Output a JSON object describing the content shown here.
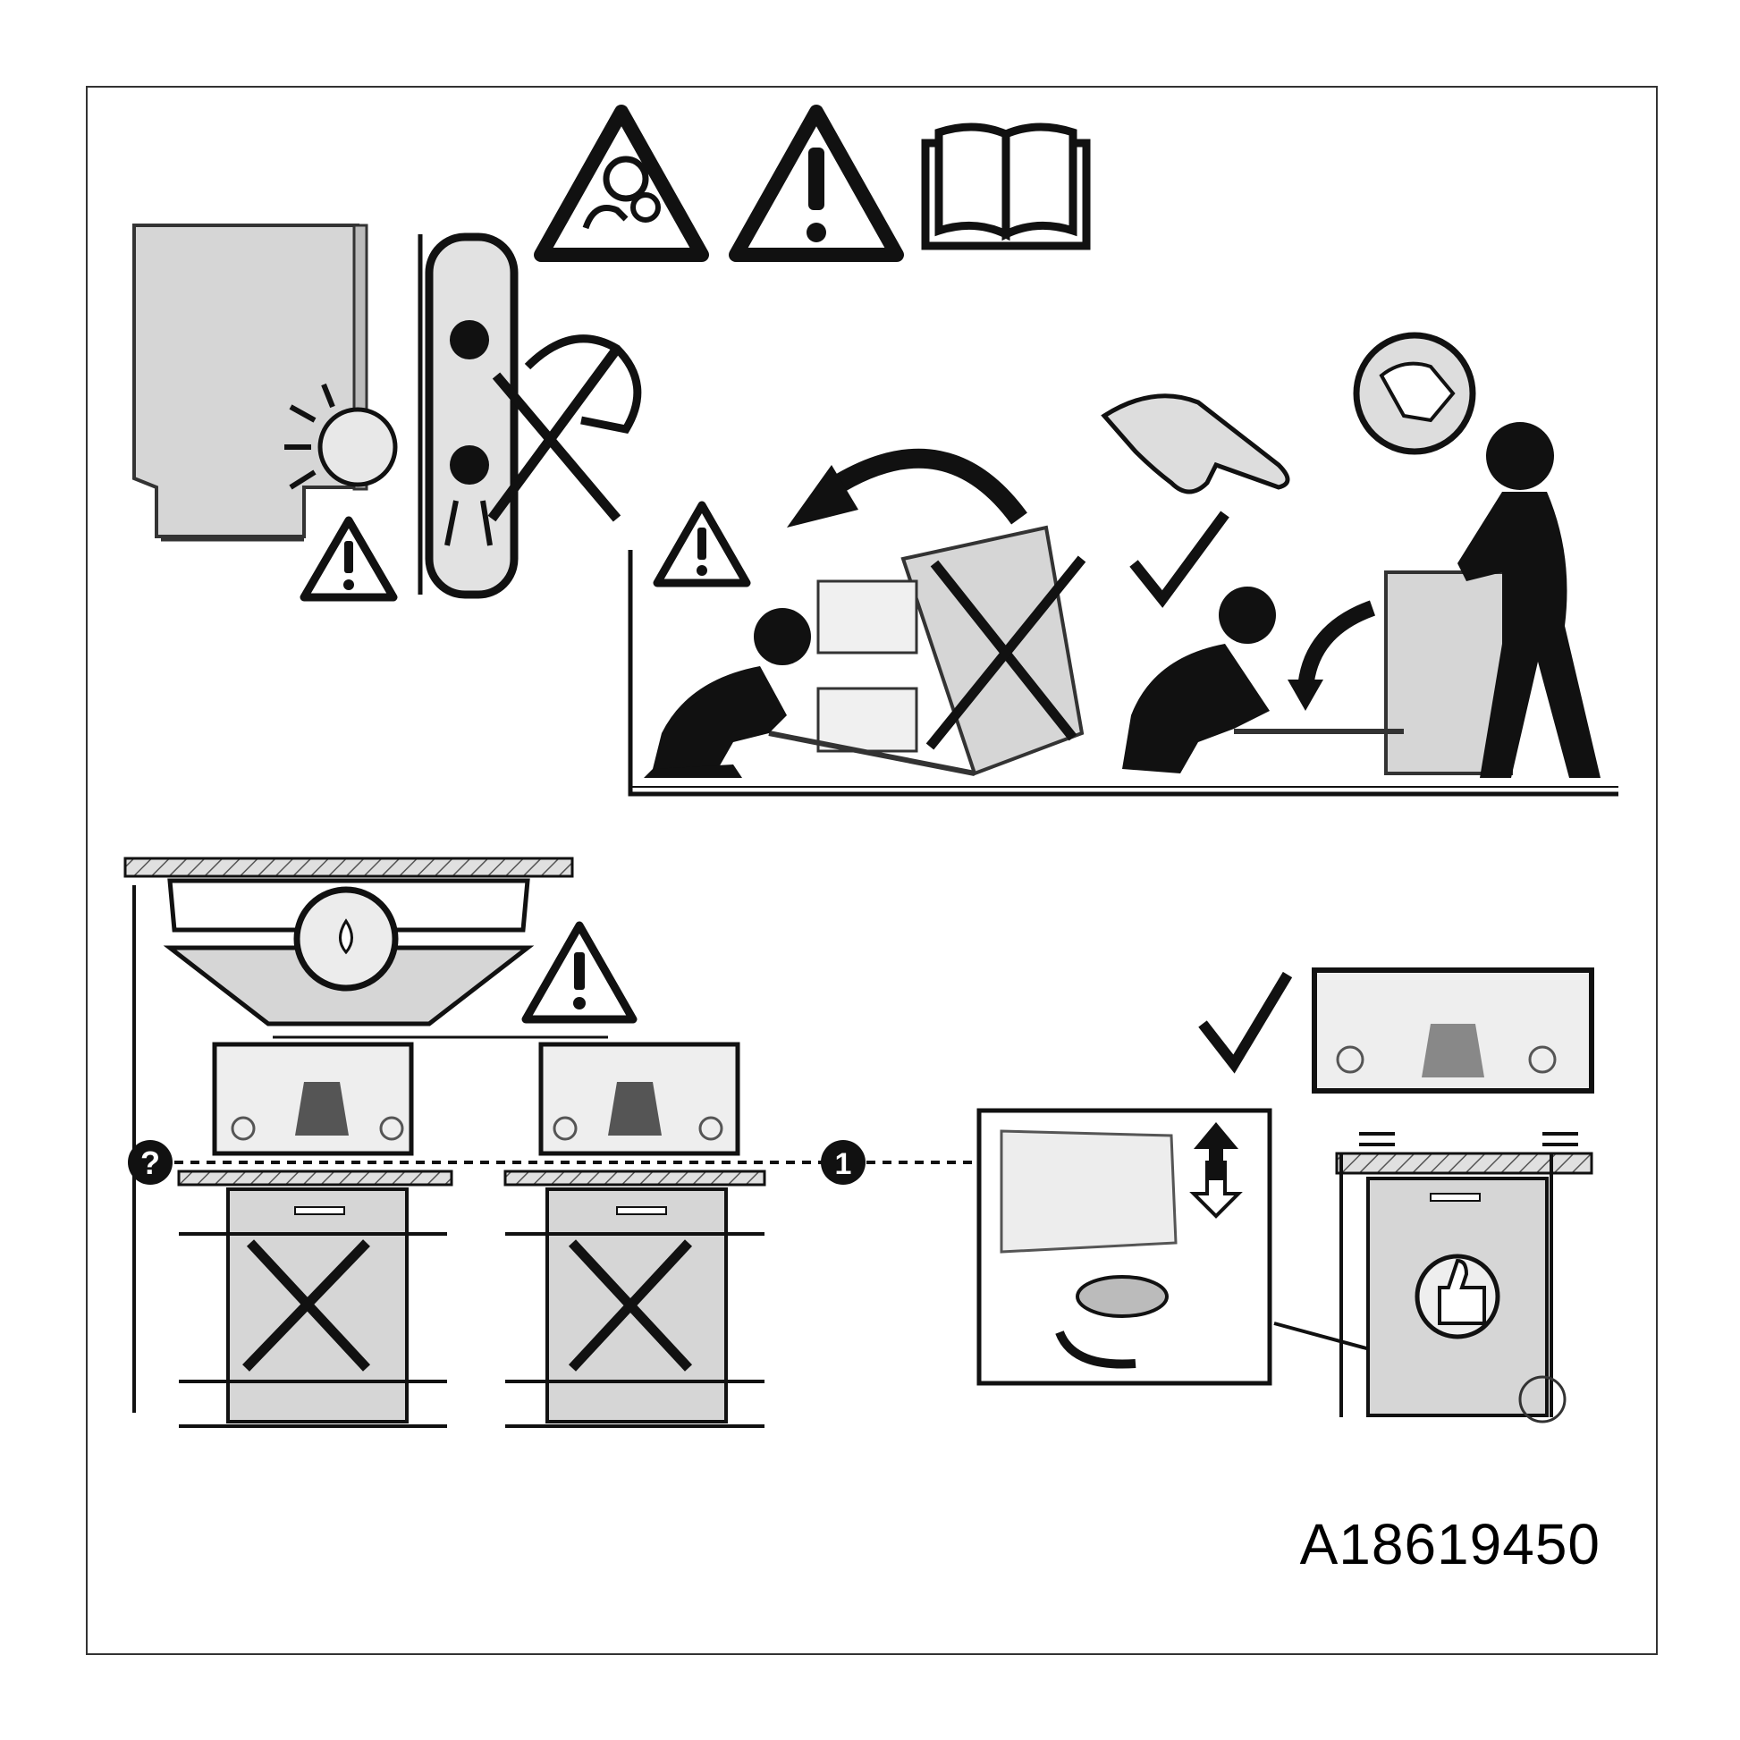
{
  "document_code": "A18619450",
  "colors": {
    "ink": "#1a1a1a",
    "panel_grey": "#d6d6d6",
    "mid_grey": "#9a9a9a",
    "frame": "#333333"
  },
  "icons": {
    "pictograms": [
      "moving-parts-warning-icon",
      "general-warning-icon",
      "read-manual-icon",
      "protective-gloves-icon",
      "pointing-hand-icon"
    ],
    "verdicts": [
      "cross-mark-icon",
      "check-mark-icon"
    ]
  },
  "markers": {
    "question": "?",
    "step_one": "1"
  },
  "verdicts": {
    "wrong_tilt": "cross",
    "right_lift": "check",
    "wrong_level_a": "cross",
    "wrong_level_b": "cross",
    "right_adjust": "check"
  }
}
